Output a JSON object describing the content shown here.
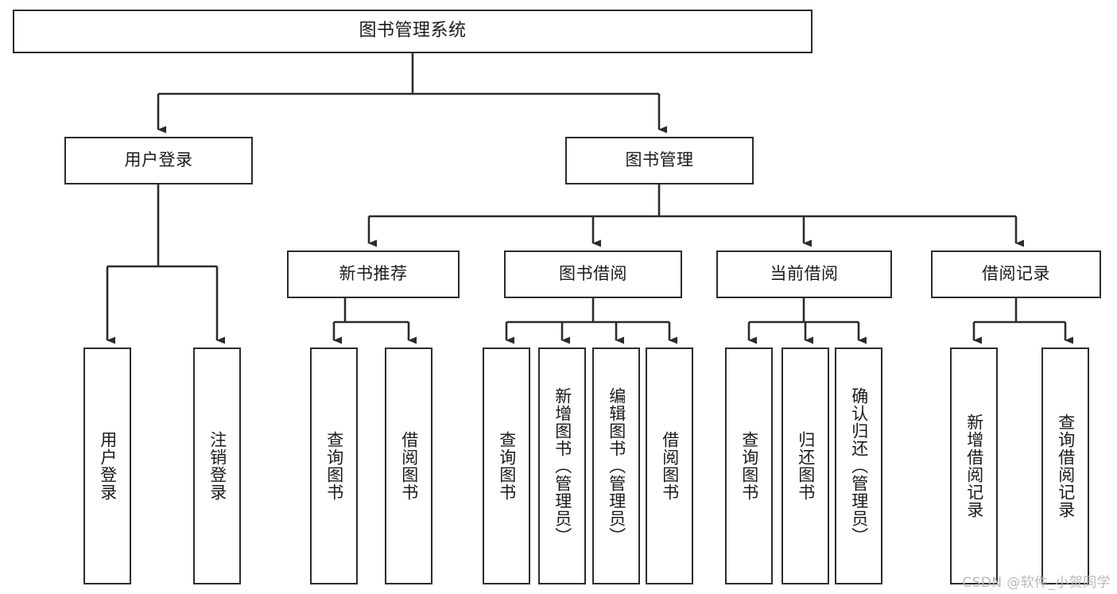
{
  "diagram": {
    "type": "tree",
    "title": "图书管理系统",
    "orientation": "top-down",
    "colors": {
      "box_border": "#2b2b2b",
      "box_fill": "#ffffff",
      "edge": "#2b2b2b",
      "text": "#1a1a1a",
      "watermark": "#b9b9b9",
      "background": "#ffffff"
    },
    "root": {
      "label": "图书管理系统"
    },
    "level2": [
      {
        "label": "用户登录"
      },
      {
        "label": "图书管理"
      }
    ],
    "level3": [
      {
        "label": "新书推荐"
      },
      {
        "label": "图书借阅"
      },
      {
        "label": "当前借阅"
      },
      {
        "label": "借阅记录"
      }
    ],
    "leaves": {
      "user_login": [
        {
          "label": "用户登录"
        },
        {
          "label": "注销登录"
        }
      ],
      "new_book_recommend": [
        {
          "label": "查询图书"
        },
        {
          "label": "借阅图书"
        }
      ],
      "book_borrow": [
        {
          "label": "查询图书"
        },
        {
          "label": "新增图书（管理员）"
        },
        {
          "label": "编辑图书（管理员）"
        },
        {
          "label": "借阅图书"
        }
      ],
      "current_borrow": [
        {
          "label": "查询图书"
        },
        {
          "label": "归还图书"
        },
        {
          "label": "确认归还（管理员）"
        }
      ],
      "borrow_record": [
        {
          "label": "新增借阅记录"
        },
        {
          "label": "查询借阅记录"
        }
      ]
    }
  },
  "watermark": {
    "text": "CSDN @软件_小贺同学"
  }
}
